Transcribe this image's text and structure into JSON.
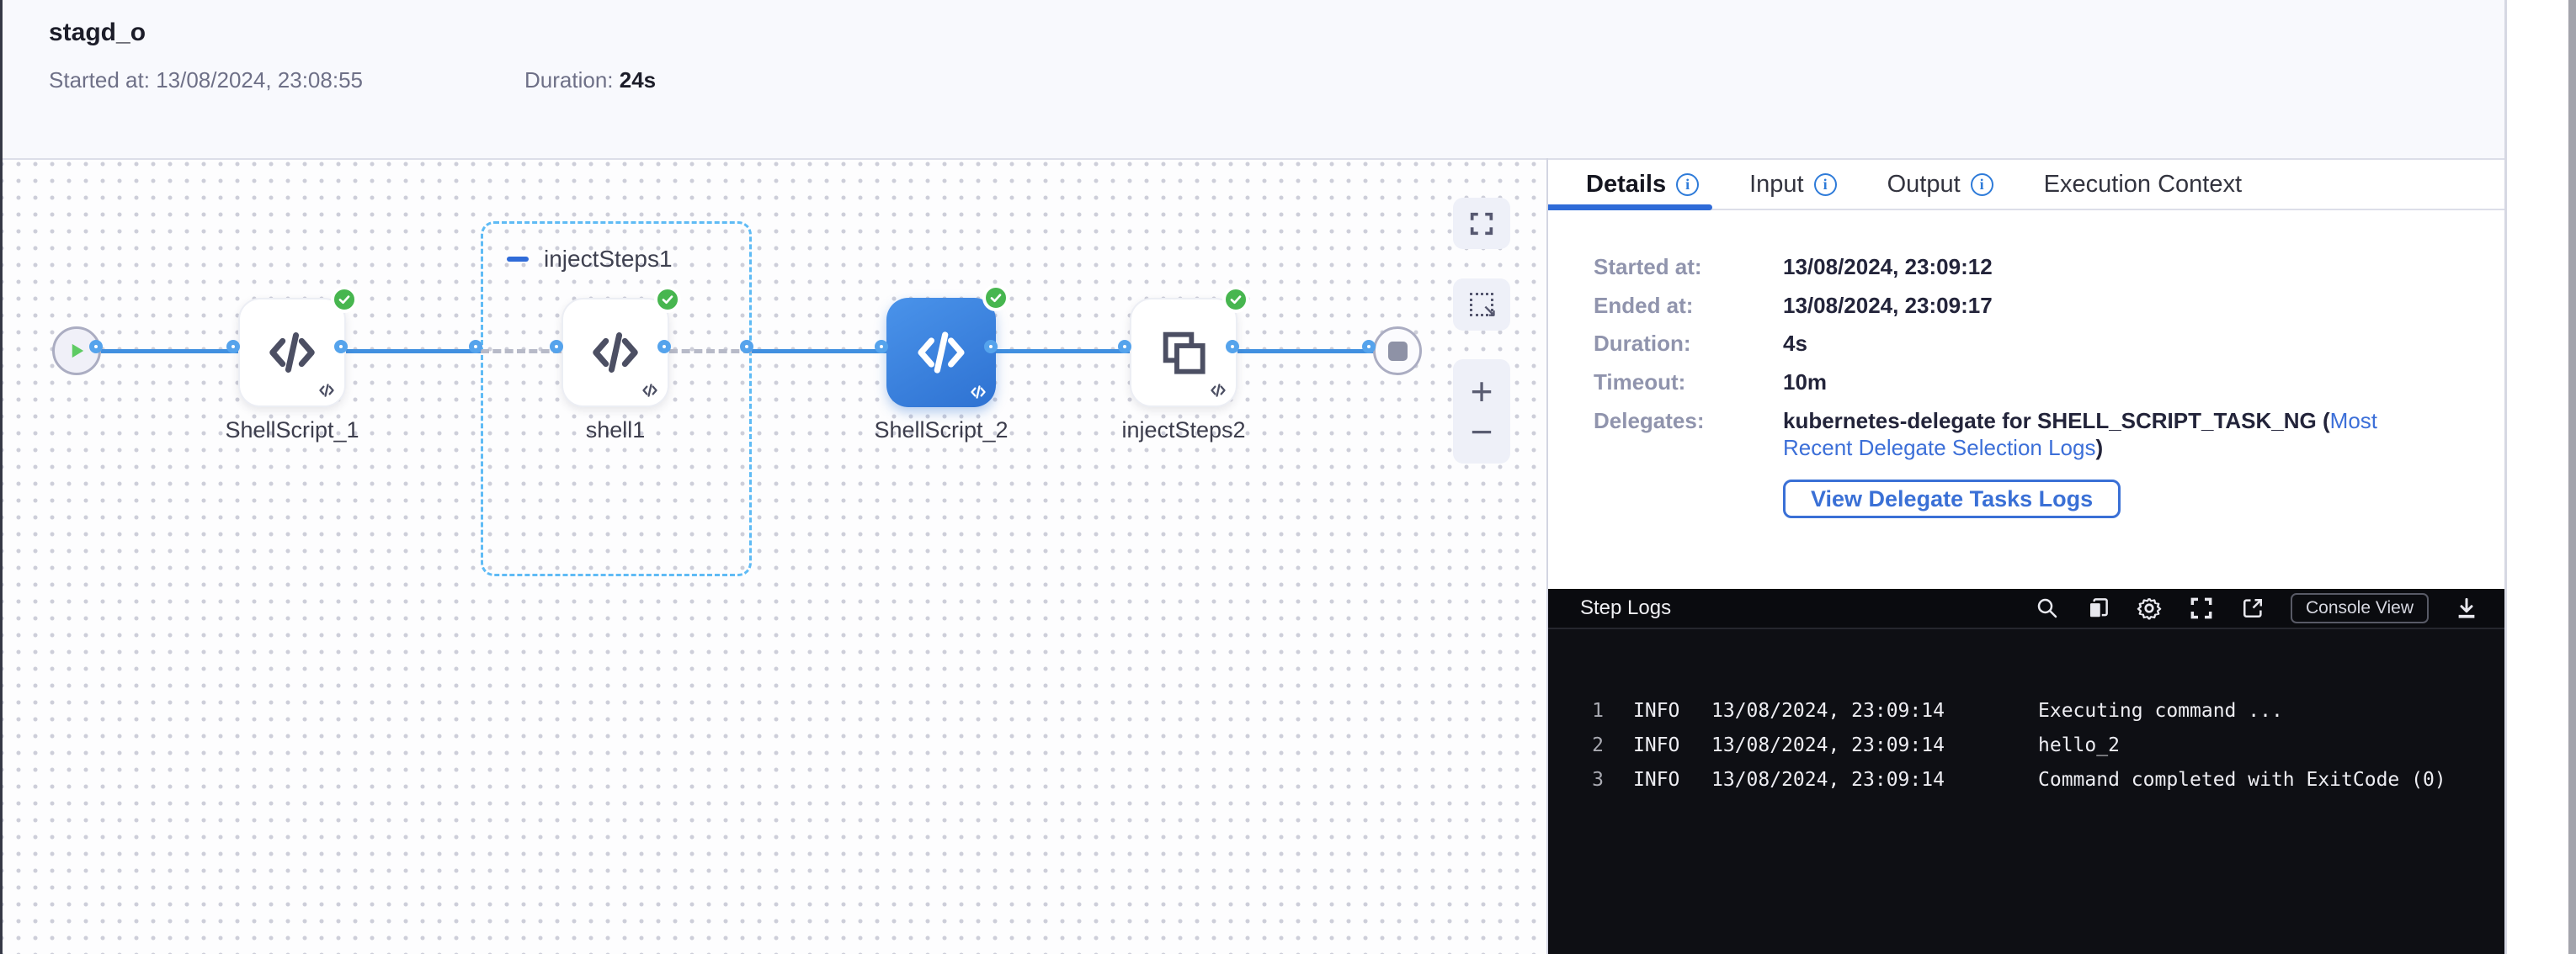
{
  "header": {
    "title": "stagd_o",
    "started_label": "Started at:",
    "started_value": "13/08/2024, 23:08:55",
    "duration_label": "Duration:",
    "duration_value": "24s"
  },
  "graph": {
    "group_label": "injectSteps1",
    "nodes": [
      {
        "label": "ShellScript_1",
        "type": "shell-script",
        "status": "success"
      },
      {
        "label": "shell1",
        "type": "shell-script",
        "status": "success"
      },
      {
        "label": "ShellScript_2",
        "type": "shell-script",
        "status": "success",
        "selected": true
      },
      {
        "label": "injectSteps2",
        "type": "step-group",
        "status": "success"
      }
    ]
  },
  "tabs": [
    {
      "label": "Details",
      "has_info": true,
      "active": true
    },
    {
      "label": "Input",
      "has_info": true
    },
    {
      "label": "Output",
      "has_info": true
    },
    {
      "label": "Execution Context",
      "has_info": false
    }
  ],
  "details": {
    "started_label": "Started at:",
    "started_value": "13/08/2024, 23:09:12",
    "ended_label": "Ended at:",
    "ended_value": "13/08/2024, 23:09:17",
    "duration_label": "Duration:",
    "duration_value": "4s",
    "timeout_label": "Timeout:",
    "timeout_value": "10m",
    "delegates_label": "Delegates:",
    "delegates_text": "kubernetes-delegate for SHELL_SCRIPT_TASK_NG (",
    "delegates_link": "Most Recent Delegate Selection Logs",
    "delegates_close": ")",
    "view_logs_button": "View Delegate Tasks Logs"
  },
  "step_logs": {
    "title": "Step Logs",
    "console_view_label": "Console View",
    "lines": [
      {
        "num": "1",
        "level": "INFO",
        "time": "13/08/2024, 23:09:14",
        "message": "Executing command ..."
      },
      {
        "num": "2",
        "level": "INFO",
        "time": "13/08/2024, 23:09:14",
        "message": "hello_2"
      },
      {
        "num": "3",
        "level": "INFO",
        "time": "13/08/2024, 23:09:14",
        "message": "Command completed with ExitCode (0)"
      }
    ]
  },
  "colors": {
    "accent_blue": "#2f6bd8",
    "edge_blue": "#4190e0",
    "success_green": "#47b64f",
    "console_bg": "#0e0f14",
    "selected_node_gradient_start": "#4a93ea",
    "selected_node_gradient_end": "#2e72d2"
  }
}
